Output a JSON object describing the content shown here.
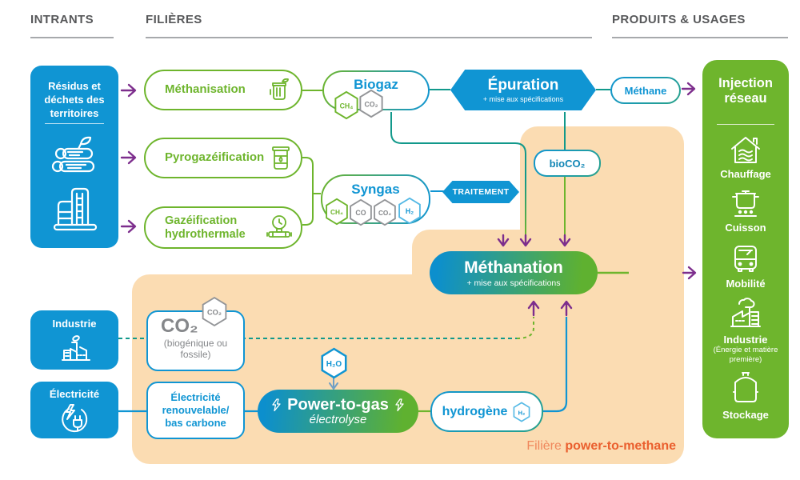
{
  "colors": {
    "blue": "#1095d3",
    "green": "#6eb52d",
    "teal": "#12998b",
    "purple": "#7d2e8d",
    "orange_bg": "#fbdcb2",
    "orange_text": "#ea5f2e",
    "gray_text": "#85878a",
    "light_blue": "#55b9e5"
  },
  "headers": {
    "intrants": "INTRANTS",
    "filieres": "FILIÈRES",
    "produits": "PRODUITS & USAGES"
  },
  "intrants": {
    "residus": "Résidus et déchets des territoires",
    "industrie": "Industrie",
    "electricite": "Électricité"
  },
  "filieres": {
    "methanisation": "Méthanisation",
    "pyrogazeification": "Pyrogazéification",
    "gazeification": "Gazéification hydrothermale"
  },
  "nodes": {
    "biogaz": {
      "label": "Biogaz",
      "mol1": "CH₄",
      "mol2": "CO₂"
    },
    "syngas": {
      "label": "Syngas",
      "mol1": "CH₄",
      "mol2": "CO",
      "mol3": "CO₂",
      "mol4": "H₂"
    },
    "epuration": {
      "label": "Épuration",
      "sub": "+ mise aux spécifications"
    },
    "traitement": {
      "label": "TRAITEMENT"
    },
    "methane": {
      "label": "Méthane"
    },
    "bioco2": {
      "label": "bioCO₂"
    },
    "methanation": {
      "label": "Méthanation",
      "sub": "+ mise aux spécifications"
    },
    "co2_box": {
      "label": "CO₂",
      "sub": "(biogénique ou fossile)",
      "badge": "CO₂"
    },
    "elec_renouvelable": {
      "label": "Électricité renouvelable/ bas carbone"
    },
    "h2o": {
      "label": "H₂O"
    },
    "power_to_gas": {
      "label": "Power-to-gas",
      "sub": "électrolyse"
    },
    "hydrogene": {
      "label": "hydrogène",
      "mol": "H₂"
    }
  },
  "produits": {
    "title": "Injection réseau",
    "usages": [
      {
        "label": "Chauffage",
        "icon": "house-heating-icon"
      },
      {
        "label": "Cuisson",
        "icon": "cooking-pot-icon"
      },
      {
        "label": "Mobilité",
        "icon": "bus-icon"
      },
      {
        "label": "Industrie",
        "sub": "(Énergie et matière première)",
        "icon": "factory-cloud-icon"
      },
      {
        "label": "Stockage",
        "icon": "storage-tank-icon"
      }
    ]
  },
  "footer": {
    "filiere": "Filière",
    "bold": "power-to-methane"
  },
  "icons": {
    "left_column": [
      "wood-logs-icon",
      "silo-icon",
      "factory-icon",
      "electric-plug-icon"
    ],
    "pills": [
      "composter-icon",
      "barrel-icon",
      "gauge-icon"
    ],
    "misc": [
      "lightning-icon",
      "hexagon-molecule-badge"
    ]
  }
}
